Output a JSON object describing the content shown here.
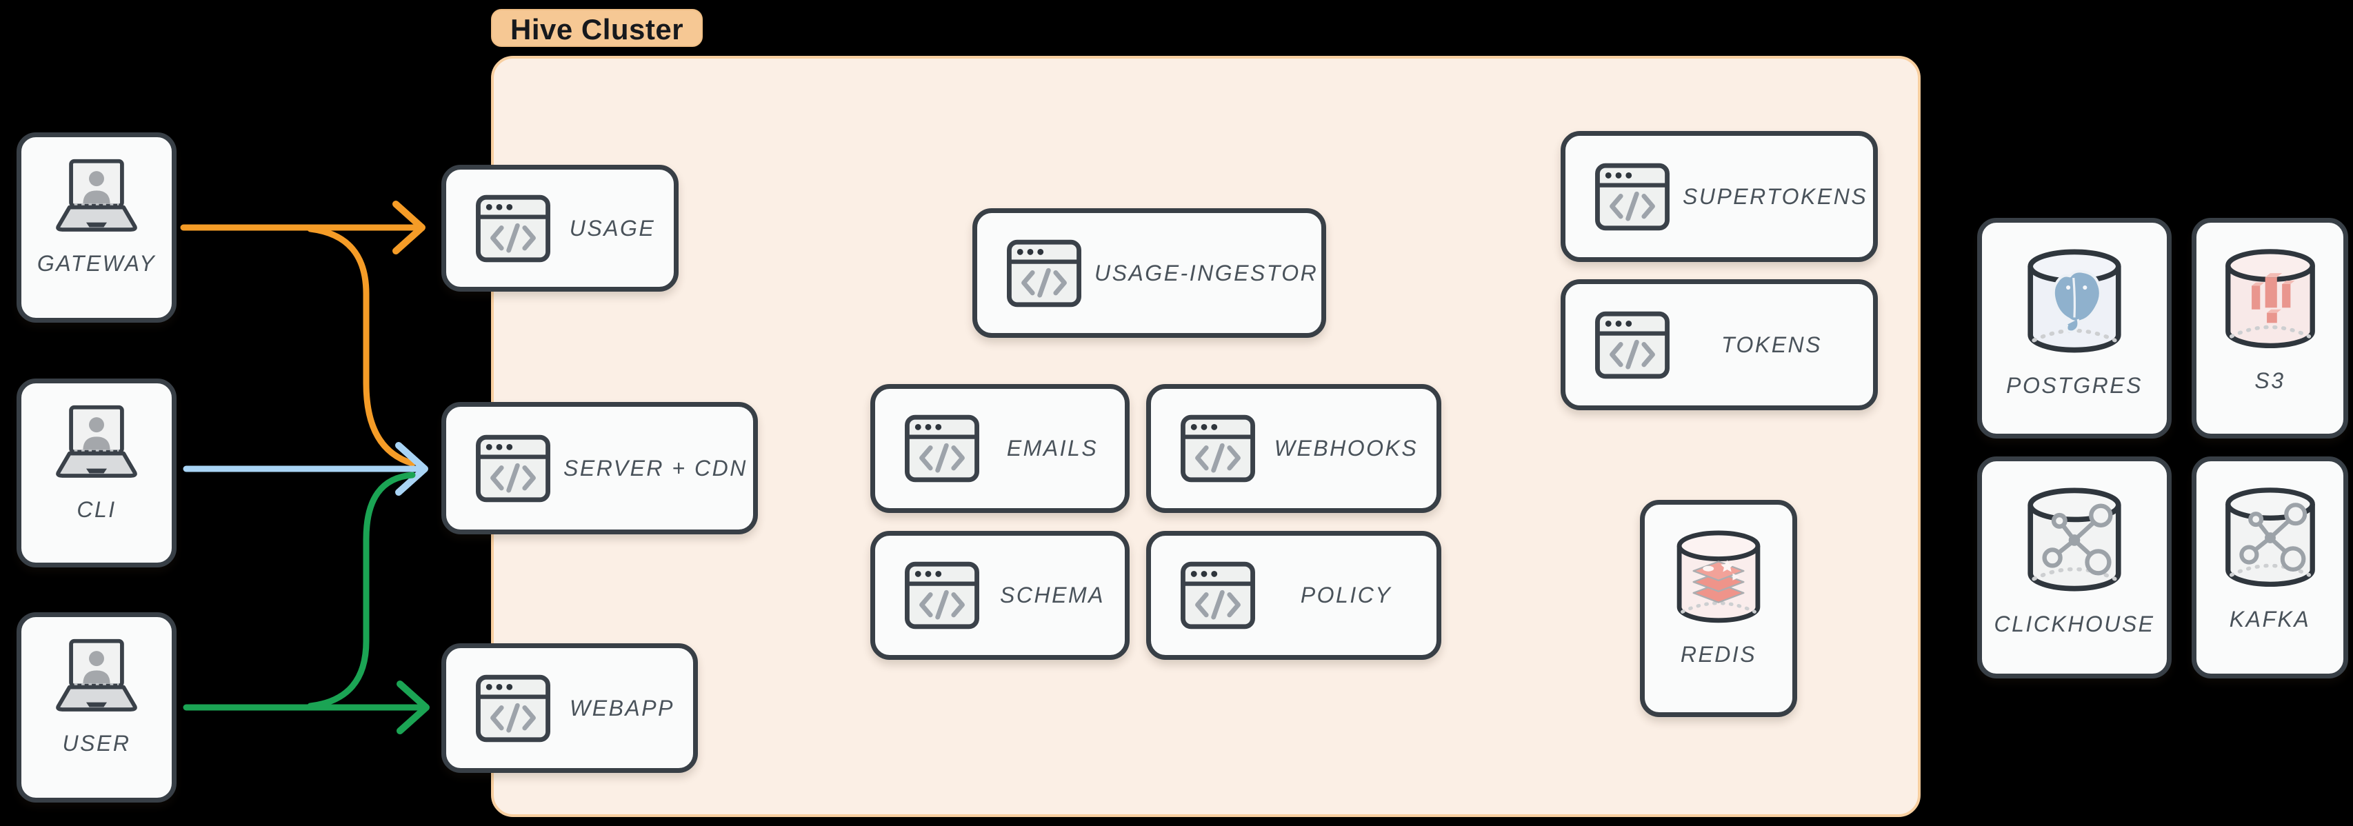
{
  "cluster": {
    "label": "Hive Cluster"
  },
  "nodes": {
    "gateway": {
      "label": "GATEWAY"
    },
    "cli": {
      "label": "CLI"
    },
    "user": {
      "label": "USER"
    },
    "usage": {
      "label": "USAGE"
    },
    "server_cdn": {
      "label": "SERVER + CDN"
    },
    "webapp": {
      "label": "WEBAPP"
    },
    "usage_ingestor": {
      "label": "USAGE-INGESTOR"
    },
    "emails": {
      "label": "EMAILS"
    },
    "webhooks": {
      "label": "WEBHOOKS"
    },
    "schema": {
      "label": "SCHEMA"
    },
    "policy": {
      "label": "POLICY"
    },
    "supertokens": {
      "label": "SUPERTOKENS"
    },
    "tokens": {
      "label": "TOKENS"
    },
    "redis": {
      "label": "REDIS"
    },
    "postgres": {
      "label": "POSTGRES"
    },
    "s3": {
      "label": "S3"
    },
    "clickhouse": {
      "label": "CLICKHOUSE"
    },
    "kafka": {
      "label": "KAFKA"
    }
  },
  "edges": [
    {
      "from": "GATEWAY",
      "to": "USAGE",
      "color": "#F59C27"
    },
    {
      "from": "GATEWAY",
      "to": "SERVER + CDN",
      "color": "#F59C27"
    },
    {
      "from": "CLI",
      "to": "SERVER + CDN",
      "color": "#A9D4F5"
    },
    {
      "from": "USER",
      "to": "SERVER + CDN",
      "color": "#1BA454"
    },
    {
      "from": "USER",
      "to": "WEBAPP",
      "color": "#1BA454"
    }
  ],
  "colors": {
    "background": "#000000",
    "node_border": "#383F46",
    "node_fill": "#FAFBFB",
    "cluster_fill": "#FBEFE5",
    "cluster_border": "#F8CFA0",
    "badge_fill": "#F6C894",
    "label_text": "#49525A",
    "edge_orange": "#F59C27",
    "edge_blue": "#A9D4F5",
    "edge_green": "#1BA454"
  }
}
